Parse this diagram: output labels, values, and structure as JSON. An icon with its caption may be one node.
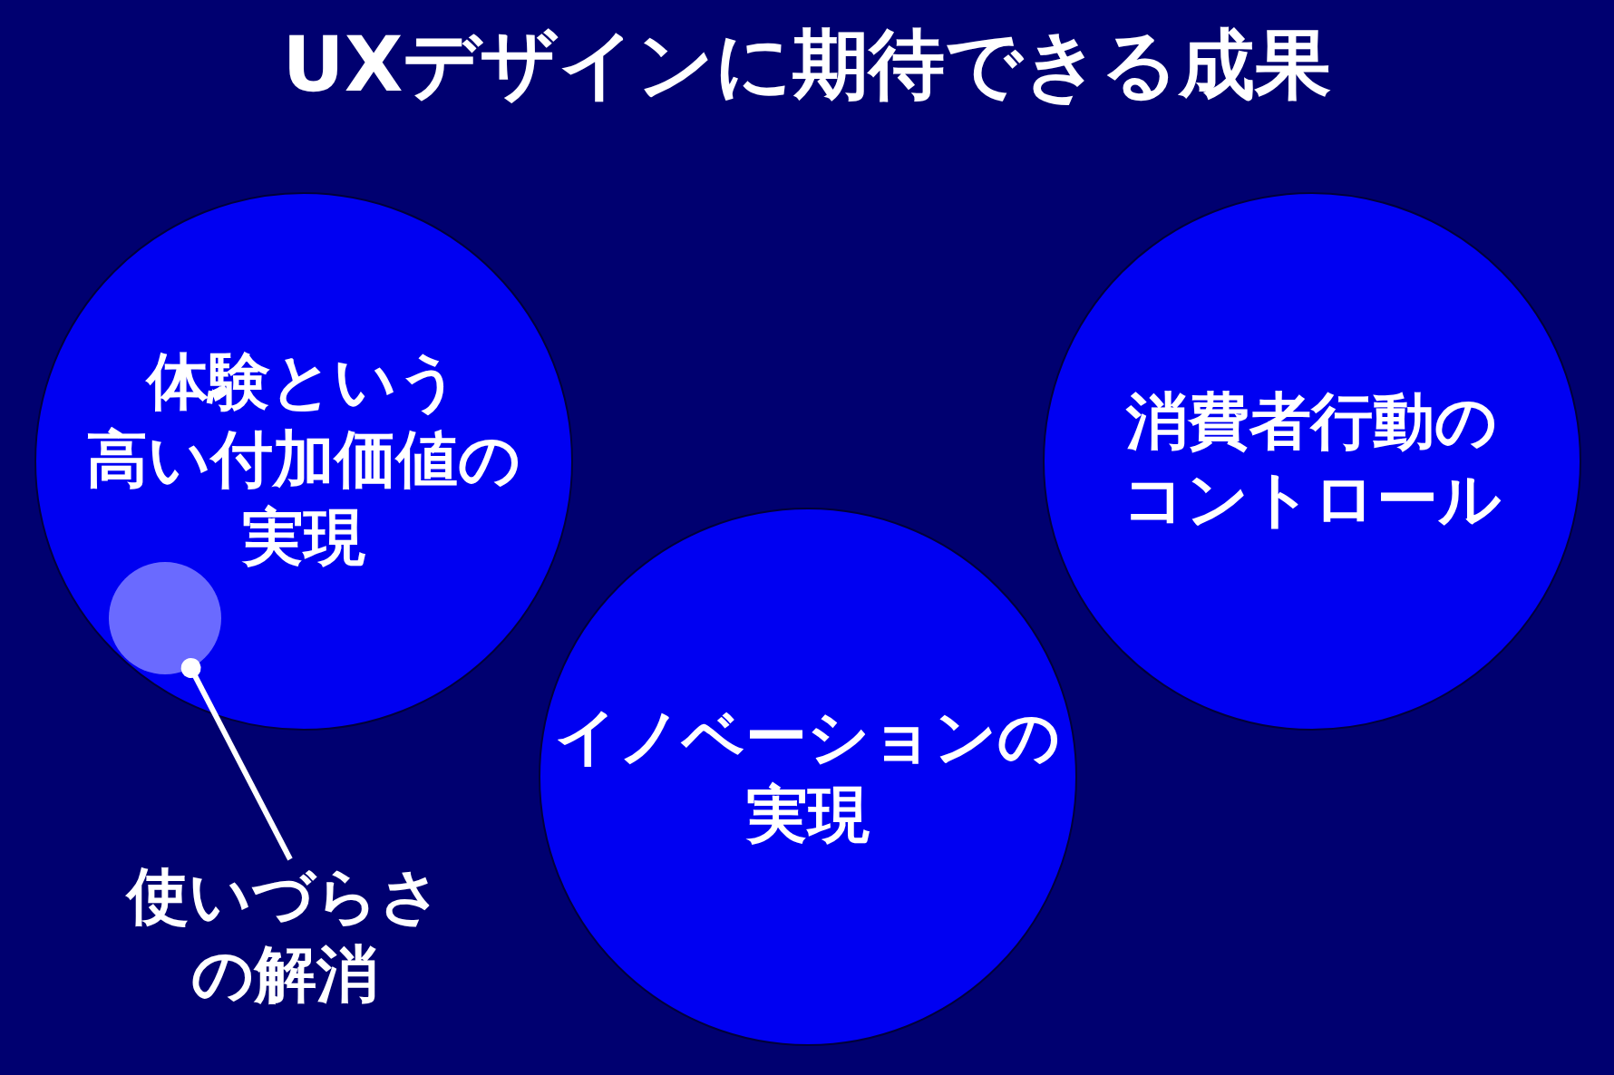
{
  "diagram": {
    "title": "UXデザインに期待できる成果",
    "nodes": [
      {
        "text": [
          "体験という高い付加価値の実現"
        ]
      },
      {
        "text": [],
        "shape": "circle",
        "in": 0
      },
      {
        "text": [
          "イノベーションの実現"
        ]
      },
      {
        "text": [
          "消費者行動のコントロール"
        ]
      },
      {
        "text": [
          "使いづらさの解消"
        ]
      }
    ],
    "edges": [
      {
        "from": 4,
        "to": 1,
        "arrow": "other"
      }
    ]
  }
}
